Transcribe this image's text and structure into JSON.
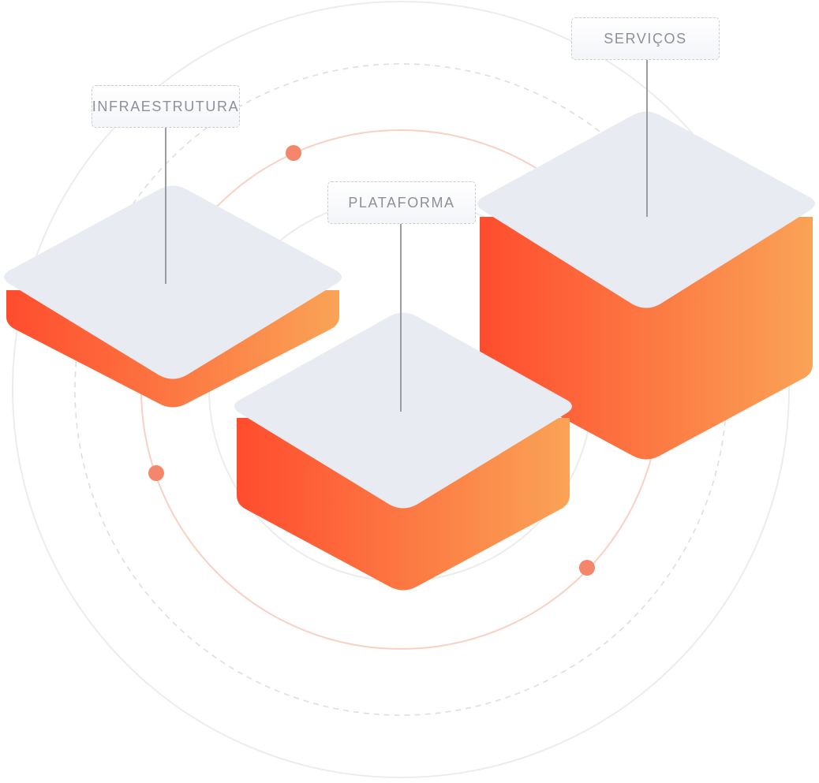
{
  "colors": {
    "top_face": "#e9ebf2",
    "side_start": "#ff4c2e",
    "side_end": "#faa356",
    "orbit_dot": "#f3866b",
    "orbit_line": "#fbd0c4",
    "outer_ring": "#ececec",
    "dashed_ring": "#dedede",
    "connector": "#9a9ba3",
    "label_text": "#8d909c"
  },
  "labels": {
    "infraestrutura": "INFRAESTRUTURA",
    "plataforma": "PLATAFORMA",
    "servicos": "SERVIÇOS"
  }
}
